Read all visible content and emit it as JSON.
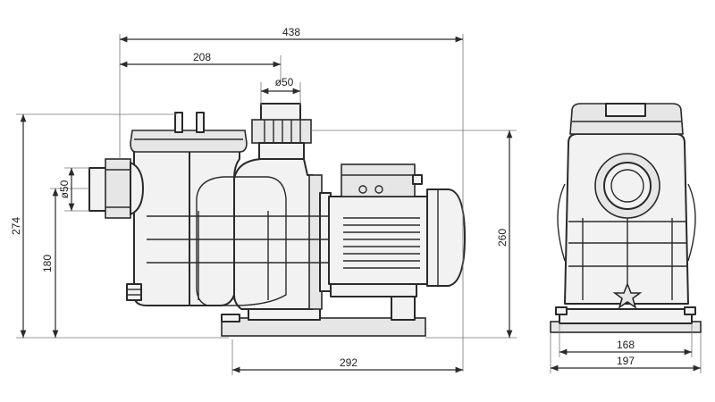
{
  "dimensions": {
    "overall_length": "438",
    "inlet_to_outlet": "208",
    "outlet_diameter": "ø50",
    "inlet_diameter": "ø50",
    "overall_height": "274",
    "inlet_height": "180",
    "outlet_height": "260",
    "base_length": "292",
    "base_inner_width": "168",
    "base_outer_width": "197"
  }
}
